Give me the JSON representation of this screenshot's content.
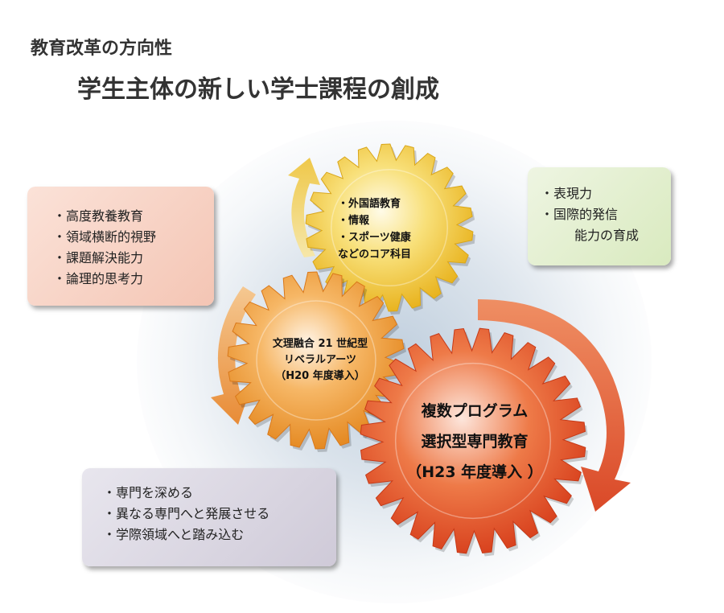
{
  "title": {
    "line1": "教育改革の方向性",
    "line2": "学生主体の新しい学士課程の創成"
  },
  "left_box": {
    "items": [
      "高度教養教育",
      "領域横断的視野",
      "課題解決能力",
      "論理的思考力"
    ]
  },
  "right_box": {
    "items": [
      "表現力",
      "国際的発信"
    ],
    "continuation": "能力の育成"
  },
  "bottom_box": {
    "items": [
      "専門を深める",
      "異なる専門へと発展させる",
      "学際領域へと踏み込む"
    ]
  },
  "gears": {
    "yellow": {
      "lines": [
        "・外国語教育",
        "・情報",
        "・スポーツ健康",
        "などのコア科目"
      ],
      "color": "#f2c632"
    },
    "orange": {
      "lines": [
        "文理融合 21 世紀型",
        "リベラルアーツ",
        "（H20 年度導入）"
      ],
      "color": "#f0a03a"
    },
    "red": {
      "lines": [
        "複数プログラム",
        "選択型専門教育",
        "（H23 年度導入 ）"
      ],
      "color": "#e8572a"
    }
  }
}
